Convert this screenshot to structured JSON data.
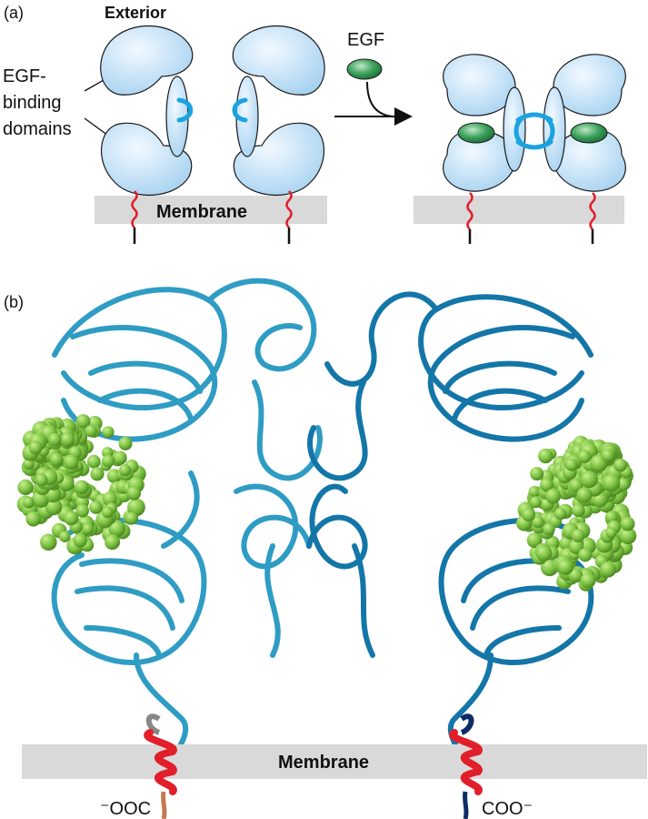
{
  "panel_a": {
    "label": "(a)",
    "exterior_label": "Exterior",
    "domain_label_lines": [
      "EGF-",
      "binding",
      "domains"
    ],
    "egf_label": "EGF",
    "membrane_label": "Membrane"
  },
  "panel_b": {
    "label": "(b)",
    "membrane_label": "Membrane",
    "left_terminus": "⁻OOC",
    "right_terminus": "COO⁻"
  },
  "colors": {
    "receptor_fill": "#cde6f8",
    "receptor_stroke": "#1a1a1a",
    "linker_cyan": "#1aa3e0",
    "egf_green": "#2e8b4f",
    "membrane_gray": "#d9d9d9",
    "helix_red": "#e01f2b",
    "ribbon_left": "#2f9cc4",
    "ribbon_right": "#1476a8",
    "ligand_green": "#7cc142"
  }
}
